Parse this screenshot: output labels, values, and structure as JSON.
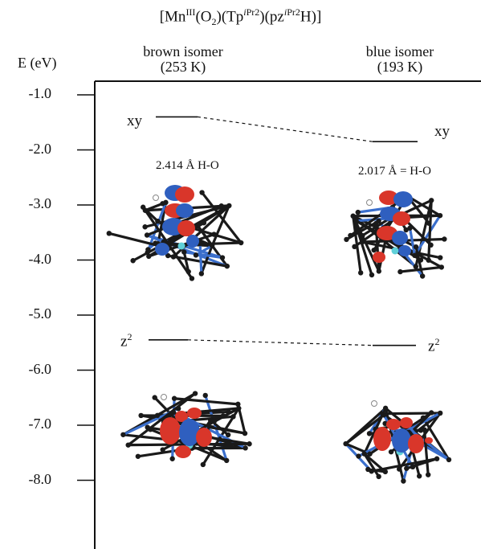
{
  "title": {
    "prefix": "[Mn",
    "oxidation": "III",
    "o2": "(O",
    "o2_sub": "2",
    "o2_close": ")(Tp",
    "tp_sup_i": "i",
    "tp_sup_pr": "Pr2",
    "pz_open": ")(pz",
    "pz_sup_i": "i",
    "pz_sup_pr": "Pr2",
    "suffix": "H)]"
  },
  "columns": [
    {
      "name": "brown isomer",
      "temperature": "(253 K)"
    },
    {
      "name": "blue isomer",
      "temperature": "(193 K)"
    }
  ],
  "axis": {
    "label": "E (eV)",
    "ticks": [
      "-1.0",
      "-2.0",
      "-3.0",
      "-4.0",
      "-5.0",
      "-6.0",
      "-7.0",
      "-8.0"
    ],
    "tick_values": [
      -1,
      -2,
      -3,
      -4,
      -5,
      -6,
      -7,
      -8
    ]
  },
  "levels": [
    {
      "orbital": "xy",
      "brown_energy": -1.4,
      "blue_energy": -1.85
    },
    {
      "orbital_base": "z",
      "orbital_sup": "2",
      "brown_energy": -5.45,
      "blue_energy": -5.55
    }
  ],
  "annotations": {
    "brown_hbond": "2.414 Å H-O",
    "blue_hbond": "2.017 Å = H-O"
  },
  "colors": {
    "lobe_red": "#d9362a",
    "lobe_blue": "#2f5fbf",
    "bond_black": "#1a1a1a",
    "bond_blue": "#3b6fcc",
    "hydrogen_cyan": "#5fd0d8"
  }
}
